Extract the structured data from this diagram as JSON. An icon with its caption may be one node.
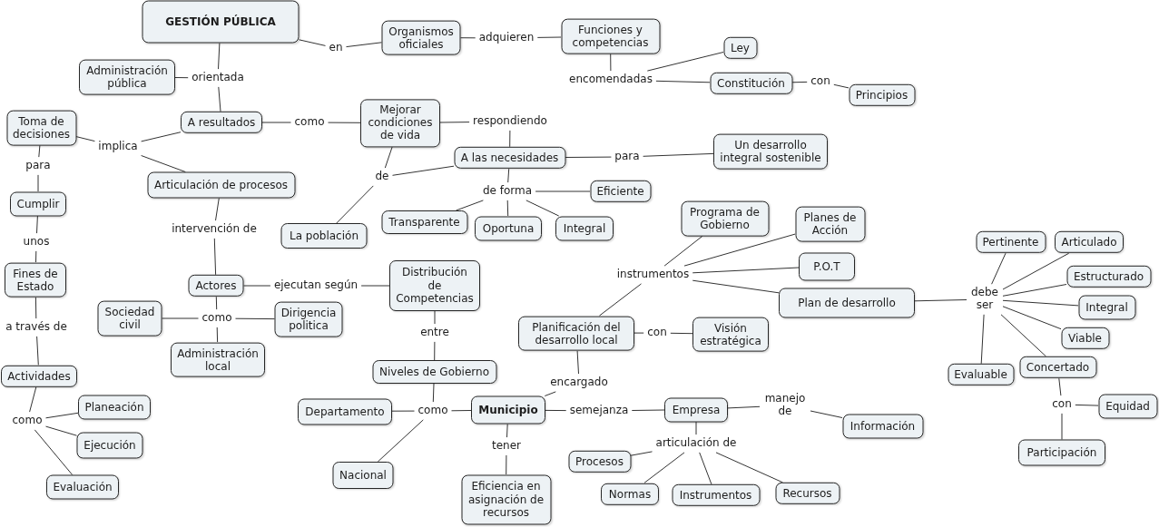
{
  "diagram": {
    "nodes": [
      {
        "text": [
          "GESTIÓN PÚBLICA"
        ]
      },
      {
        "text": [
          "en"
        ]
      },
      {
        "text": [
          "Organismos oficiales"
        ]
      },
      {
        "text": [
          "adquieren"
        ]
      },
      {
        "text": [
          "Funciones y competencias"
        ]
      },
      {
        "text": [
          "encomendadas"
        ]
      },
      {
        "text": [
          "Ley"
        ]
      },
      {
        "text": [
          "Constitución"
        ]
      },
      {
        "text": [
          "con"
        ]
      },
      {
        "text": [
          "Principios"
        ]
      },
      {
        "text": [
          "Administración pública"
        ]
      },
      {
        "text": [
          "orientada"
        ]
      },
      {
        "text": [
          "A resultados"
        ]
      },
      {
        "text": [
          "como"
        ]
      },
      {
        "text": [
          "Mejorar condiciones de vida"
        ]
      },
      {
        "text": [
          "respondiendo"
        ]
      },
      {
        "text": [
          "A las necesidades"
        ]
      },
      {
        "text": [
          "para"
        ]
      },
      {
        "text": [
          "Un desarrollo integral sostenible"
        ]
      },
      {
        "text": [
          "de"
        ]
      },
      {
        "text": [
          "La población"
        ]
      },
      {
        "text": [
          "de forma"
        ]
      },
      {
        "text": [
          "Eficiente"
        ]
      },
      {
        "text": [
          "Transparente"
        ]
      },
      {
        "text": [
          "Oportuna"
        ]
      },
      {
        "text": [
          "Integral"
        ]
      },
      {
        "text": [
          "Toma de decisiones"
        ]
      },
      {
        "text": [
          "implica"
        ]
      },
      {
        "text": [
          "Articulación de procesos"
        ]
      },
      {
        "text": [
          "para"
        ]
      },
      {
        "text": [
          "Cumplir"
        ]
      },
      {
        "text": [
          "unos"
        ]
      },
      {
        "text": [
          "Fines de Estado"
        ]
      },
      {
        "text": [
          "intervención de"
        ]
      },
      {
        "text": [
          "Actores"
        ]
      },
      {
        "text": [
          "ejecutan según"
        ]
      },
      {
        "text": [
          "Distribución de Competencias"
        ]
      },
      {
        "text": [
          "como"
        ]
      },
      {
        "text": [
          "Sociedad civil"
        ]
      },
      {
        "text": [
          "Dirigencia politica"
        ]
      },
      {
        "text": [
          "Administración local"
        ]
      },
      {
        "text": [
          "a través de"
        ]
      },
      {
        "text": [
          "Actividades"
        ]
      },
      {
        "text": [
          "como"
        ]
      },
      {
        "text": [
          "Planeación"
        ]
      },
      {
        "text": [
          "Ejecución"
        ]
      },
      {
        "text": [
          "Evaluación"
        ]
      },
      {
        "text": [
          "entre"
        ]
      },
      {
        "text": [
          "Niveles de Gobierno"
        ]
      },
      {
        "text": [
          "como"
        ]
      },
      {
        "text": [
          "Departamento"
        ]
      },
      {
        "text": [
          "Nacional"
        ]
      },
      {
        "text": [
          "Municipio"
        ]
      },
      {
        "text": [
          "tener"
        ]
      },
      {
        "text": [
          "Eficiencia en asignación de recursos"
        ]
      },
      {
        "text": [
          "encargado"
        ]
      },
      {
        "text": [
          "Planificación del desarrollo local"
        ]
      },
      {
        "text": [
          "con"
        ]
      },
      {
        "text": [
          "Visión estratégica"
        ]
      },
      {
        "text": [
          "instrumentos"
        ]
      },
      {
        "text": [
          "Programa de Gobierno"
        ]
      },
      {
        "text": [
          "Planes de Acción"
        ]
      },
      {
        "text": [
          "P.O.T"
        ]
      },
      {
        "text": [
          "Plan de desarrollo"
        ]
      },
      {
        "text": [
          "debe ser"
        ]
      },
      {
        "text": [
          "Pertinente"
        ]
      },
      {
        "text": [
          "Articulado"
        ]
      },
      {
        "text": [
          "Estructurado"
        ]
      },
      {
        "text": [
          "Integral"
        ]
      },
      {
        "text": [
          "Viable"
        ]
      },
      {
        "text": [
          "Evaluable"
        ]
      },
      {
        "text": [
          "Concertado"
        ]
      },
      {
        "text": [
          "con"
        ]
      },
      {
        "text": [
          "Equidad"
        ]
      },
      {
        "text": [
          "Participación"
        ]
      },
      {
        "text": [
          "semejanza"
        ]
      },
      {
        "text": [
          "Empresa"
        ]
      },
      {
        "text": [
          "manejo de"
        ]
      },
      {
        "text": [
          "Información"
        ]
      },
      {
        "text": [
          "articulación de"
        ]
      },
      {
        "text": [
          "Procesos"
        ]
      },
      {
        "text": [
          "Normas"
        ]
      },
      {
        "text": [
          "Instrumentos"
        ]
      },
      {
        "text": [
          "Recursos"
        ]
      }
    ],
    "edges": [
      {
        "from": 0,
        "to": 1,
        "arrow": "none"
      },
      {
        "from": 1,
        "to": 2,
        "arrow": "none"
      },
      {
        "from": 2,
        "to": 3,
        "arrow": "none"
      },
      {
        "from": 3,
        "to": 4,
        "arrow": "none"
      },
      {
        "from": 4,
        "to": 5,
        "arrow": "none"
      },
      {
        "from": 5,
        "to": 6,
        "arrow": "none"
      },
      {
        "from": 5,
        "to": 7,
        "arrow": "none"
      },
      {
        "from": 7,
        "to": 8,
        "arrow": "none"
      },
      {
        "from": 8,
        "to": 9,
        "arrow": "none"
      },
      {
        "from": 0,
        "to": 11,
        "arrow": "none"
      },
      {
        "from": 11,
        "to": 10,
        "arrow": "none"
      },
      {
        "from": 11,
        "to": 12,
        "arrow": "none"
      },
      {
        "from": 12,
        "to": 13,
        "arrow": "none"
      },
      {
        "from": 13,
        "to": 14,
        "arrow": "none"
      },
      {
        "from": 14,
        "to": 15,
        "arrow": "none"
      },
      {
        "from": 15,
        "to": 16,
        "arrow": "none"
      },
      {
        "from": 16,
        "to": 17,
        "arrow": "none"
      },
      {
        "from": 17,
        "to": 18,
        "arrow": "none"
      },
      {
        "from": 14,
        "to": 19,
        "arrow": "none"
      },
      {
        "from": 16,
        "to": 19,
        "arrow": "none"
      },
      {
        "from": 19,
        "to": 20,
        "arrow": "none"
      },
      {
        "from": 16,
        "to": 21,
        "arrow": "none"
      },
      {
        "from": 21,
        "to": 22,
        "arrow": "none"
      },
      {
        "from": 21,
        "to": 23,
        "arrow": "none"
      },
      {
        "from": 21,
        "to": 24,
        "arrow": "none"
      },
      {
        "from": 21,
        "to": 25,
        "arrow": "none"
      },
      {
        "from": 12,
        "to": 27,
        "arrow": "none"
      },
      {
        "from": 27,
        "to": 26,
        "arrow": "none"
      },
      {
        "from": 27,
        "to": 28,
        "arrow": "none"
      },
      {
        "from": 26,
        "to": 29,
        "arrow": "none"
      },
      {
        "from": 29,
        "to": 30,
        "arrow": "none"
      },
      {
        "from": 30,
        "to": 31,
        "arrow": "none"
      },
      {
        "from": 31,
        "to": 32,
        "arrow": "none"
      },
      {
        "from": 32,
        "to": 41,
        "arrow": "none"
      },
      {
        "from": 41,
        "to": 42,
        "arrow": "none"
      },
      {
        "from": 42,
        "to": 43,
        "arrow": "none"
      },
      {
        "from": 43,
        "to": 44,
        "arrow": "none"
      },
      {
        "from": 43,
        "to": 45,
        "arrow": "none"
      },
      {
        "from": 43,
        "to": 46,
        "arrow": "none"
      },
      {
        "from": 28,
        "to": 33,
        "arrow": "none"
      },
      {
        "from": 33,
        "to": 34,
        "arrow": "none"
      },
      {
        "from": 34,
        "to": 35,
        "arrow": "none"
      },
      {
        "from": 35,
        "to": 36,
        "arrow": "none"
      },
      {
        "from": 34,
        "to": 37,
        "arrow": "none"
      },
      {
        "from": 37,
        "to": 38,
        "arrow": "none"
      },
      {
        "from": 37,
        "to": 39,
        "arrow": "none"
      },
      {
        "from": 37,
        "to": 40,
        "arrow": "none"
      },
      {
        "from": 36,
        "to": 47,
        "arrow": "none"
      },
      {
        "from": 47,
        "to": 48,
        "arrow": "none"
      },
      {
        "from": 48,
        "to": 49,
        "arrow": "none"
      },
      {
        "from": 49,
        "to": 50,
        "arrow": "none"
      },
      {
        "from": 49,
        "to": 51,
        "arrow": "none"
      },
      {
        "from": 49,
        "to": 52,
        "arrow": "none"
      },
      {
        "from": 52,
        "to": 53,
        "arrow": "none"
      },
      {
        "from": 53,
        "to": 54,
        "arrow": "none"
      },
      {
        "from": 52,
        "to": 55,
        "arrow": "none"
      },
      {
        "from": 55,
        "to": 56,
        "arrow": "none"
      },
      {
        "from": 56,
        "to": 57,
        "arrow": "none"
      },
      {
        "from": 57,
        "to": 58,
        "arrow": "none"
      },
      {
        "from": 56,
        "to": 59,
        "arrow": "none"
      },
      {
        "from": 59,
        "to": 60,
        "arrow": "none"
      },
      {
        "from": 59,
        "to": 61,
        "arrow": "none"
      },
      {
        "from": 59,
        "to": 62,
        "arrow": "none"
      },
      {
        "from": 59,
        "to": 63,
        "arrow": "none"
      },
      {
        "from": 63,
        "to": 64,
        "arrow": "none"
      },
      {
        "from": 64,
        "to": 65,
        "arrow": "none"
      },
      {
        "from": 64,
        "to": 66,
        "arrow": "none"
      },
      {
        "from": 64,
        "to": 67,
        "arrow": "none"
      },
      {
        "from": 64,
        "to": 68,
        "arrow": "none"
      },
      {
        "from": 64,
        "to": 69,
        "arrow": "none"
      },
      {
        "from": 64,
        "to": 70,
        "arrow": "none"
      },
      {
        "from": 64,
        "to": 71,
        "arrow": "none"
      },
      {
        "from": 71,
        "to": 72,
        "arrow": "none"
      },
      {
        "from": 72,
        "to": 73,
        "arrow": "none"
      },
      {
        "from": 72,
        "to": 74,
        "arrow": "none"
      },
      {
        "from": 52,
        "to": 75,
        "arrow": "none"
      },
      {
        "from": 75,
        "to": 76,
        "arrow": "none"
      },
      {
        "from": 76,
        "to": 77,
        "arrow": "none"
      },
      {
        "from": 77,
        "to": 78,
        "arrow": "none"
      },
      {
        "from": 76,
        "to": 79,
        "arrow": "none"
      },
      {
        "from": 79,
        "to": 80,
        "arrow": "none"
      },
      {
        "from": 79,
        "to": 81,
        "arrow": "none"
      },
      {
        "from": 79,
        "to": 82,
        "arrow": "none"
      },
      {
        "from": 79,
        "to": 83,
        "arrow": "none"
      }
    ]
  }
}
